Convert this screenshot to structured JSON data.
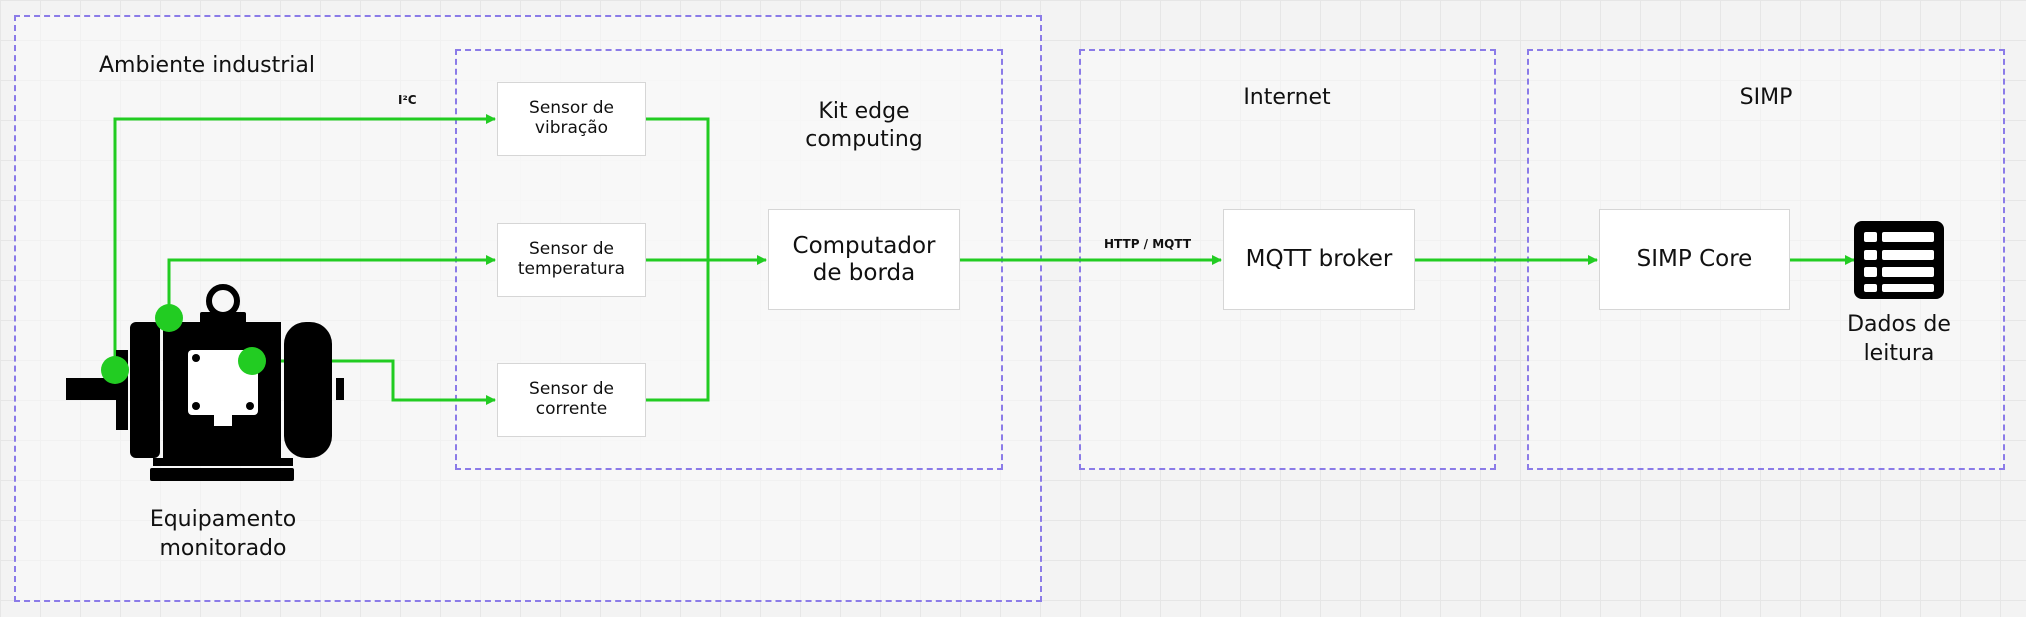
{
  "zones": {
    "industrial": {
      "title": "Ambiente industrial"
    },
    "edge_kit": {
      "title": "Kit edge\ncomputing"
    },
    "internet": {
      "title": "Internet"
    },
    "simp": {
      "title": "SIMP"
    }
  },
  "sensors": {
    "vibration": "Sensor de\nvibração",
    "temperature": "Sensor de\ntemperatura",
    "current": "Sensor de\ncorrente"
  },
  "nodes": {
    "edge_computer": "Computador\nde borda",
    "mqtt_broker": "MQTT broker",
    "simp_core": "SIMP Core"
  },
  "protocols": {
    "i2c": "I²C",
    "http_mqtt": "HTTP / MQTT"
  },
  "captions": {
    "equipment": "Equipamento\nmonitorado",
    "reading_data": "Dados de\nleitura"
  },
  "icons": {
    "equipment": "electric-motor-icon",
    "reading_data": "table-list-icon"
  },
  "colors": {
    "connector": "#22cc22",
    "zone_border": "#8b7be8",
    "icon": "#000000"
  }
}
